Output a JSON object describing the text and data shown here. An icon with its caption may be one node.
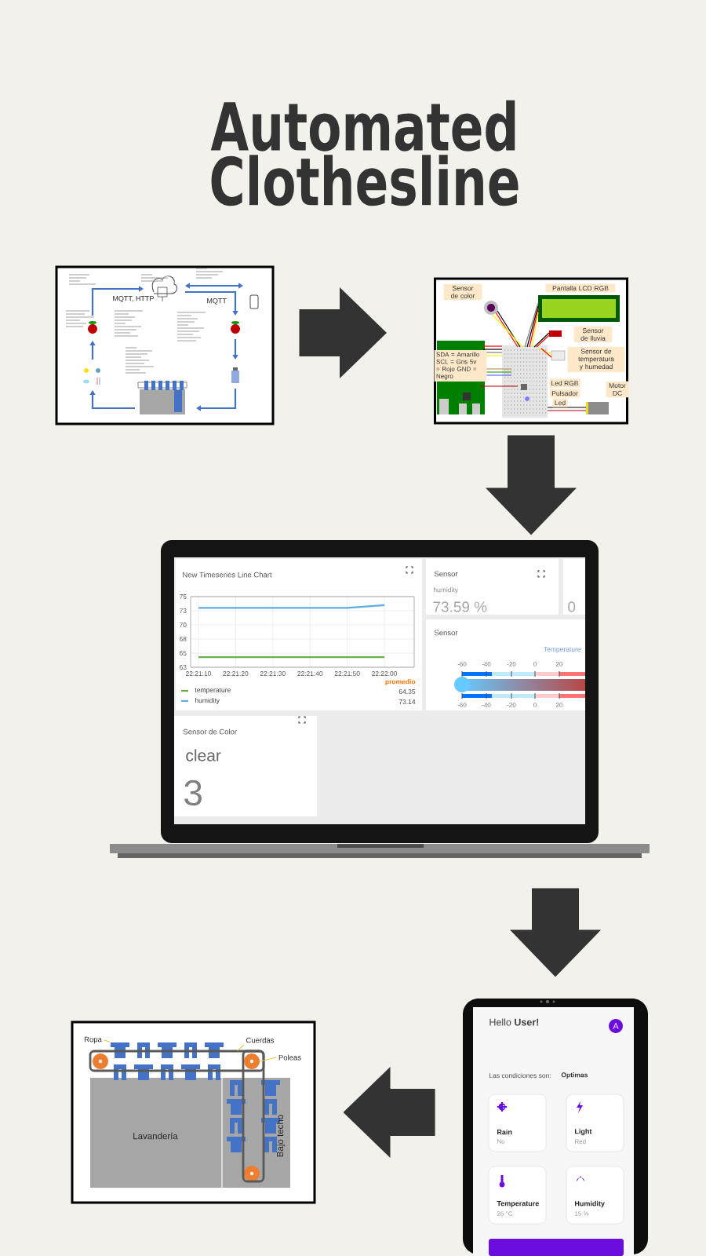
{
  "diagram": {
    "title": "Automated Clothesline",
    "nodes": [
      {
        "text": [],
        "shape": "picture"
      },
      {
        "text": [],
        "shape": "picture"
      },
      {
        "text": [],
        "shape": "picture"
      },
      {
        "text": [],
        "shape": "picture"
      },
      {
        "text": [],
        "shape": "picture"
      },
      {
        "text": [
          "Ropa"
        ],
        "in": 4
      },
      {
        "text": [
          "Cuerdas"
        ],
        "in": 4
      },
      {
        "text": [
          "Poleas"
        ],
        "in": 4
      },
      {
        "text": [],
        "shape": "shirt",
        "in": 4
      },
      {
        "text": [],
        "shape": "rope",
        "in": 4
      },
      {
        "text": [],
        "shape": "circle",
        "in": 9
      }
    ],
    "edges": [
      {
        "from": 0,
        "to": 1,
        "arrow": "to"
      },
      {
        "from": 1,
        "to": 2,
        "arrow": "to"
      },
      {
        "from": 2,
        "to": 3,
        "arrow": "to"
      },
      {
        "from": 3,
        "to": 4,
        "arrow": "to"
      },
      {
        "from": 5,
        "to": 8,
        "arrow": "none",
        "color": "#e8c24a"
      },
      {
        "from": 6,
        "to": 9,
        "arrow": "none",
        "color": "#e8c24a"
      },
      {
        "from": 7,
        "to": 10,
        "arrow": "none",
        "color": "#e8c24a"
      }
    ],
    "labels": [
      "MQTT, HTTP",
      "MQTT",
      "Sensor de color",
      "Pantalla LCD RGB",
      "Sensor de lluvia",
      "SDA = Amarillo SCL = Gris 5v = Rojo GND = Negro",
      "Sensor de temperatura y humedad",
      "Led RGB",
      "Pulsador",
      "Led",
      "Motor DC",
      "promedio",
      "64.35",
      "73.14",
      "Sensor",
      "humidity",
      "73.59 %",
      "0",
      "Sensor",
      "Temperature",
      "-60",
      "-40",
      "-20",
      "0",
      "20",
      "-60",
      "-40",
      "-20",
      "0",
      "20",
      "Sensor de Color",
      "clear",
      "3",
      "Hello **User!**",
      "Las condiciones son:",
      "Optimas",
      "Rain",
      "No",
      "Light",
      "Red",
      "Temperature",
      "26 °C",
      "Humidity",
      "15 %",
      "A",
      "Lavandería",
      "Bajo techo"
    ],
    "chart_data": {
      "type": "line",
      "title": "New Timeseries Line Chart",
      "categories": [
        "22:21:10",
        "22:21:20",
        "22:21:30",
        "22:21:40",
        "22:21:50",
        "22:22:00"
      ],
      "series": [
        {
          "name": "temperature",
          "color": "#6ab04c",
          "values": [
            64.3,
            64.3,
            64.3,
            64.3,
            64.3,
            64.3
          ]
        },
        {
          "name": "humidity",
          "color": "#5dade2",
          "values": [
            73.0,
            73.0,
            73.0,
            73.0,
            73.0,
            73.5
          ]
        }
      ],
      "ylim": [
        62.5,
        75
      ],
      "grid": true,
      "legend": "bottom-left",
      "yticks": [
        {
          "value": 62.5,
          "label": "63"
        },
        {
          "value": 65,
          "label": "65"
        },
        {
          "value": 67.5,
          "label": "68"
        },
        {
          "value": 70,
          "label": "70"
        },
        {
          "value": 72.5,
          "label": "73"
        },
        {
          "value": 75,
          "label": "75"
        }
      ]
    }
  }
}
